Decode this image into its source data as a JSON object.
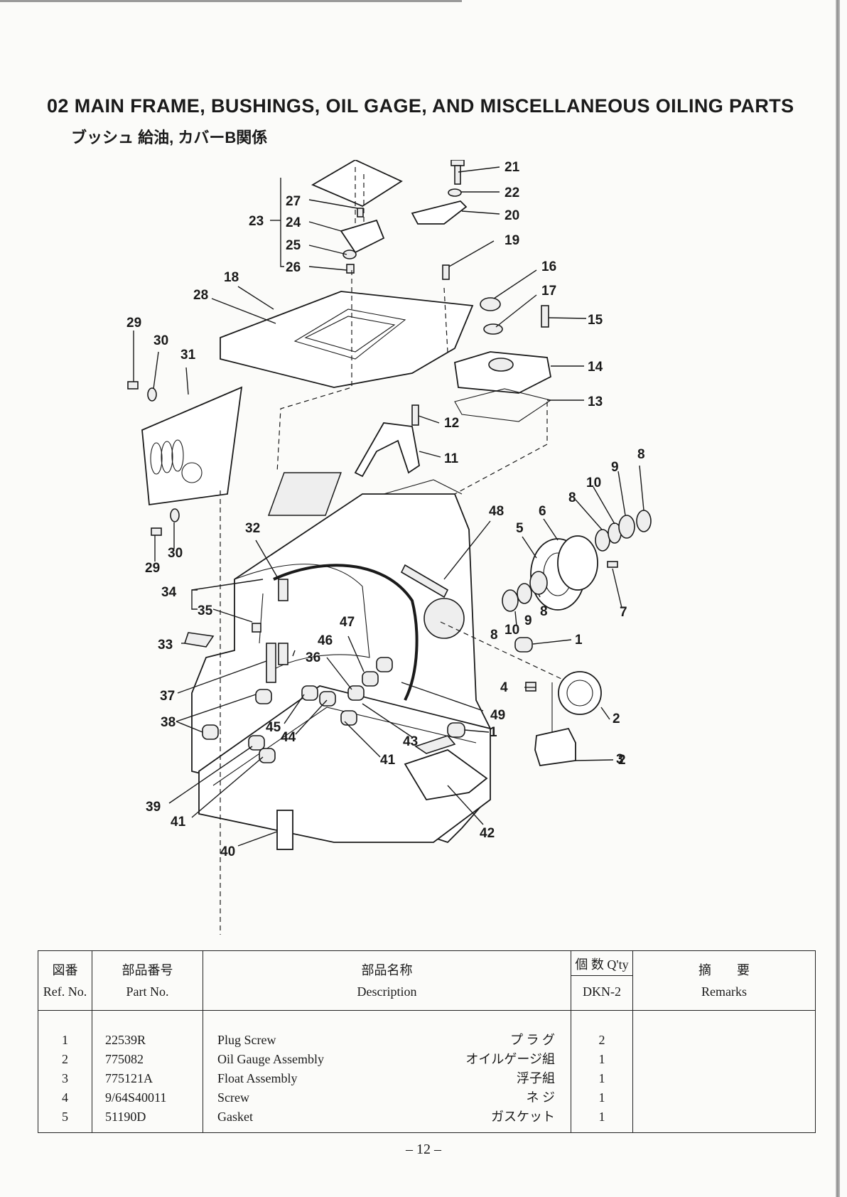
{
  "page": {
    "title": "02 MAIN FRAME, BUSHINGS, OIL GAGE, AND MISCELLANEOUS OILING PARTS",
    "subtitle": "ブッシュ 給油, カバーB関係",
    "page_number": "– 12 –"
  },
  "diagram": {
    "labels": [
      "1",
      "1",
      "2",
      "3",
      "4",
      "5",
      "6",
      "7",
      "8",
      "8",
      "8",
      "8",
      "9",
      "9",
      "10",
      "10",
      "11",
      "12",
      "13",
      "14",
      "15",
      "16",
      "17",
      "18",
      "19",
      "20",
      "21",
      "22",
      "23",
      "24",
      "25",
      "26",
      "27",
      "28",
      "29",
      "29",
      "30",
      "30",
      "31",
      "32",
      "33",
      "34",
      "35",
      "36",
      "37",
      "38",
      "39",
      "40",
      "41",
      "41",
      "42",
      "43",
      "44",
      "45",
      "46",
      "47",
      "48",
      "49"
    ]
  },
  "table": {
    "headers": {
      "ref_jp": "図番",
      "ref_en": "Ref. No.",
      "part_jp": "部品番号",
      "part_en": "Part No.",
      "desc_jp": "部品名称",
      "desc_en": "Description",
      "qty_jp": "個 数 Q'ty",
      "qty_model": "DKN-2",
      "remarks_jp": "摘　　要",
      "remarks_en": "Remarks"
    },
    "rows": [
      {
        "ref": "1",
        "part": "22539R",
        "desc_en": "Plug Screw",
        "desc_jp": "プ ラ グ",
        "qty": "2",
        "remarks": ""
      },
      {
        "ref": "2",
        "part": "775082",
        "desc_en": "Oil Gauge Assembly",
        "desc_jp": "オイルゲージ組",
        "qty": "1",
        "remarks": ""
      },
      {
        "ref": "3",
        "part": "775121A",
        "desc_en": "Float Assembly",
        "desc_jp": "浮子組",
        "qty": "1",
        "remarks": ""
      },
      {
        "ref": "4",
        "part": "9/64S40011",
        "desc_en": "Screw",
        "desc_jp": "ネ ジ",
        "qty": "1",
        "remarks": ""
      },
      {
        "ref": "5",
        "part": "51190D",
        "desc_en": "Gasket",
        "desc_jp": "ガスケット",
        "qty": "1",
        "remarks": ""
      }
    ]
  }
}
